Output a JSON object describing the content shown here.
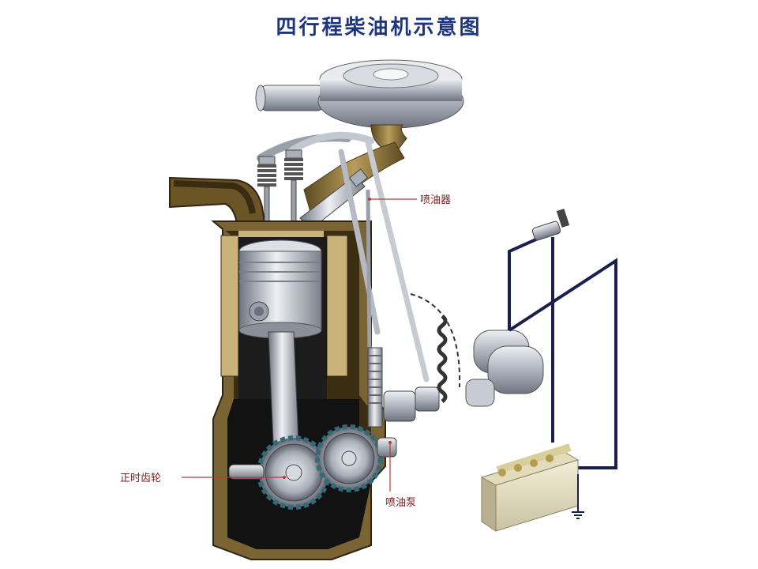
{
  "title": "四行程柴油机示意图",
  "labels": {
    "injector": "喷油器",
    "timing_gear": "正时齿轮",
    "injection_pump": "喷油泵"
  },
  "colors": {
    "title": "#1d3680",
    "callout_text": "#7a2222",
    "callout_line": "#b33a3a",
    "engine_casing": "#7a6434",
    "engine_inner": "#c9b37a",
    "metal": "#b8bcc4",
    "wire": "#1a1f4d"
  }
}
